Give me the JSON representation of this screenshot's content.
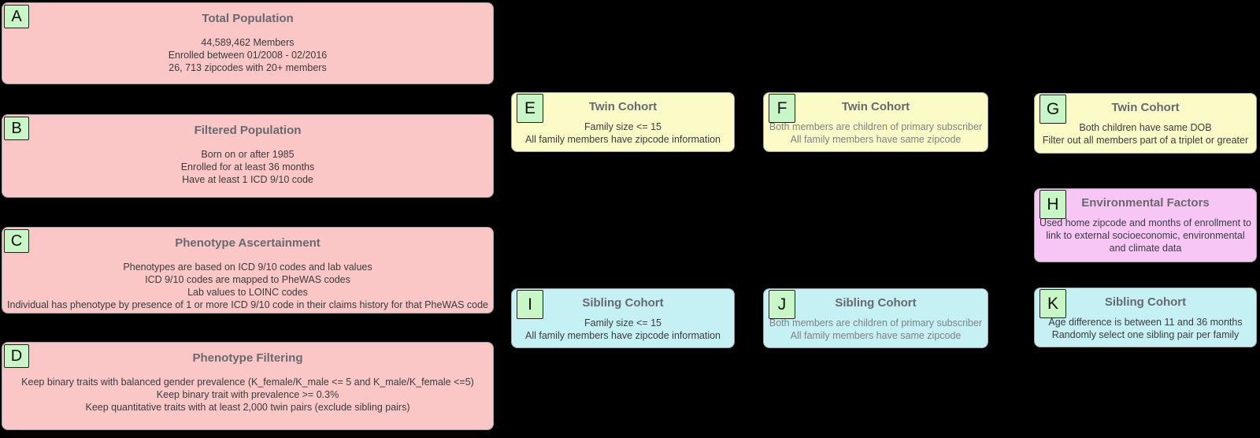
{
  "diagram": {
    "description": "Cohort construction flowchart",
    "background_color": "#000000",
    "node_colors": {
      "population_pink": "#fac6c6",
      "twin_yellow": "#fbfbc8",
      "sibling_cyan": "#c6f1f4",
      "environment_magenta": "#f8c6f4",
      "label_green": "#c8f6c6"
    },
    "boxes": [
      {
        "id": "A",
        "title": "Total Population",
        "lines": [
          "44,589,462 Members",
          "Enrolled between 01/2008 - 02/2016",
          "26, 713 zipcodes with 20+ members"
        ]
      },
      {
        "id": "B",
        "title": "Filtered Population",
        "lines": [
          "Born on or after 1985",
          "Enrolled for at least 36 months",
          "Have at least 1 ICD 9/10 code"
        ]
      },
      {
        "id": "C",
        "title": "Phenotype Ascertainment",
        "lines": [
          "Phenotypes are based on ICD 9/10 codes and lab values",
          "ICD 9/10 codes are mapped to PheWAS codes",
          "Lab values to LOINC codes",
          "Individual has phenotype by presence of 1 or more ICD 9/10 code in their claims history for that PheWAS code"
        ]
      },
      {
        "id": "D",
        "title": "Phenotype Filtering",
        "lines": [
          "Keep binary traits with balanced gender prevalence (K_female/K_male <= 5 and K_male/K_female <=5)",
          "Keep binary trait with prevalence >= 0.3%",
          "Keep quantitative traits with at least 2,000 twin pairs (exclude sibling pairs)"
        ]
      },
      {
        "id": "E",
        "title": "Twin Cohort",
        "lines": [
          "Family size <= 15",
          "All family members have zipcode information"
        ]
      },
      {
        "id": "F",
        "title": "Twin Cohort",
        "lines": [
          "Both members are children of primary subscriber",
          "All family members have same zipcode"
        ]
      },
      {
        "id": "G",
        "title": "Twin Cohort",
        "lines": [
          "Both children have same DOB",
          "Filter out all members part of a triplet or greater"
        ]
      },
      {
        "id": "H",
        "title": "Environmental Factors",
        "lines": [
          "Used home zipcode and months of enrollment to link to external socioeconomic, environmental and climate data"
        ]
      },
      {
        "id": "I",
        "title": "Sibling Cohort",
        "lines": [
          "Family size <= 15",
          "All family members have zipcode information"
        ]
      },
      {
        "id": "J",
        "title": "Sibling Cohort",
        "lines": [
          "Both members are children of primary subscriber",
          "All family members have same zipcode"
        ]
      },
      {
        "id": "K",
        "title": "Sibling Cohort",
        "lines": [
          "Age difference is between 11 and 36 months",
          "Randomly select one sibling pair per family"
        ]
      }
    ]
  }
}
